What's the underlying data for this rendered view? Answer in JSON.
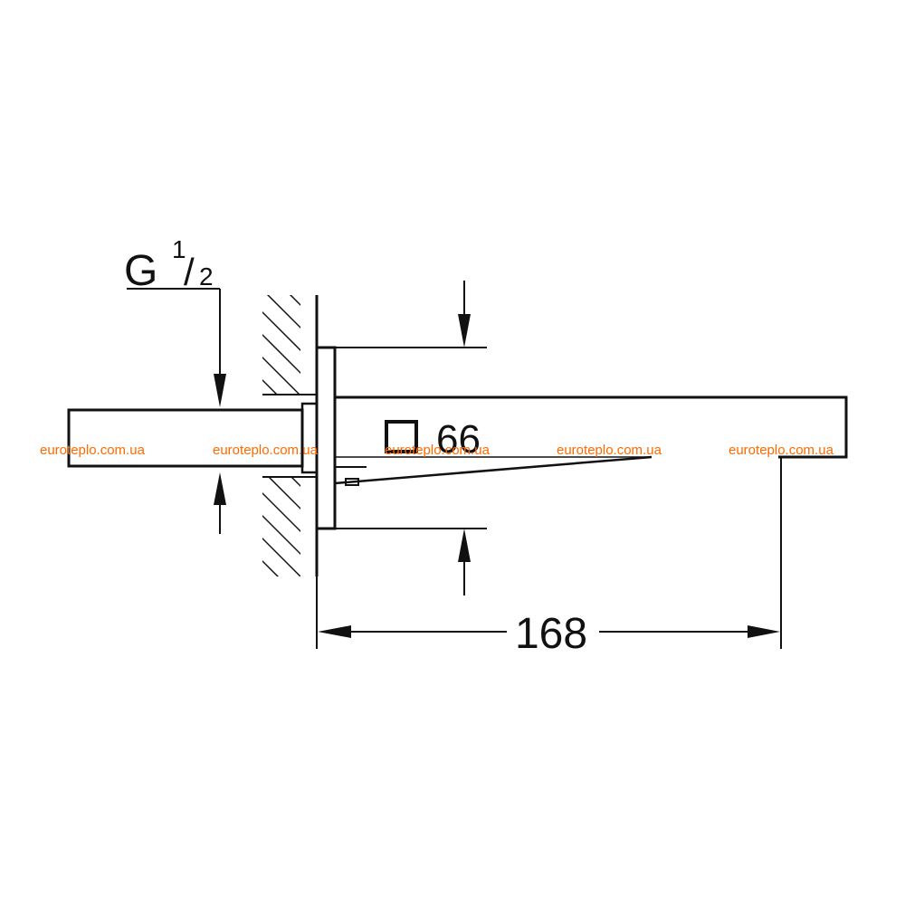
{
  "thread": {
    "letter": "G",
    "numerator": "1",
    "slash": "/",
    "denominator": "2"
  },
  "square_symbol": "square-section-icon",
  "dim_square_value": "66",
  "dim_length_value": "168",
  "watermark_text": "euroteplo.com.ua",
  "colors": {
    "line": "#111111",
    "watermark": "#ff6a00",
    "background": "#ffffff"
  }
}
